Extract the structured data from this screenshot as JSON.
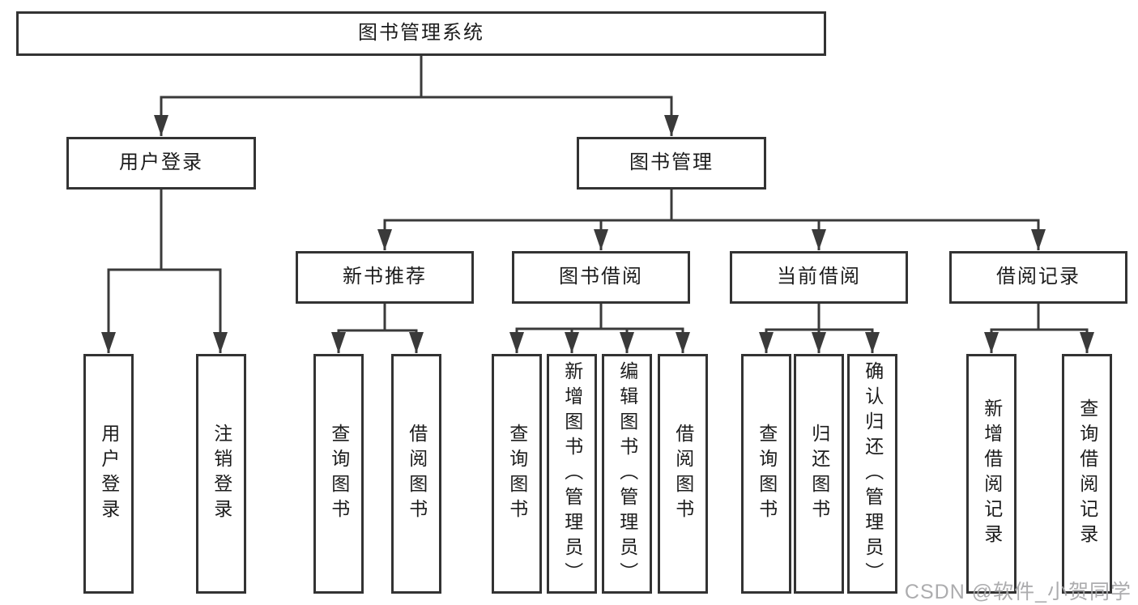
{
  "diagram": {
    "type": "hierarchy-tree",
    "root": {
      "label": "图书管理系统"
    },
    "branches": [
      {
        "label": "用户登录",
        "children": [
          {
            "label": "用户登录"
          },
          {
            "label": "注销登录"
          }
        ]
      },
      {
        "label": "图书管理",
        "children": [
          {
            "label": "新书推荐",
            "children": [
              {
                "label": "查询图书"
              },
              {
                "label": "借阅图书"
              }
            ]
          },
          {
            "label": "图书借阅",
            "children": [
              {
                "label": "查询图书"
              },
              {
                "label": "新增图书（管理员）"
              },
              {
                "label": "编辑图书（管理员）"
              },
              {
                "label": "借阅图书"
              }
            ]
          },
          {
            "label": "当前借阅",
            "children": [
              {
                "label": "查询图书"
              },
              {
                "label": "归还图书"
              },
              {
                "label": "确认归还（管理员）"
              }
            ]
          },
          {
            "label": "借阅记录",
            "children": [
              {
                "label": "新增借阅记录"
              },
              {
                "label": "查询借阅记录"
              }
            ]
          }
        ]
      }
    ]
  },
  "watermark": {
    "text": "CSDN @软件_小贺同学"
  },
  "colors": {
    "background": "#ffffff",
    "line": "#3a3a3a",
    "box_border": "#333333",
    "text": "#1c1c1c",
    "watermark": "#a6a6a8"
  }
}
